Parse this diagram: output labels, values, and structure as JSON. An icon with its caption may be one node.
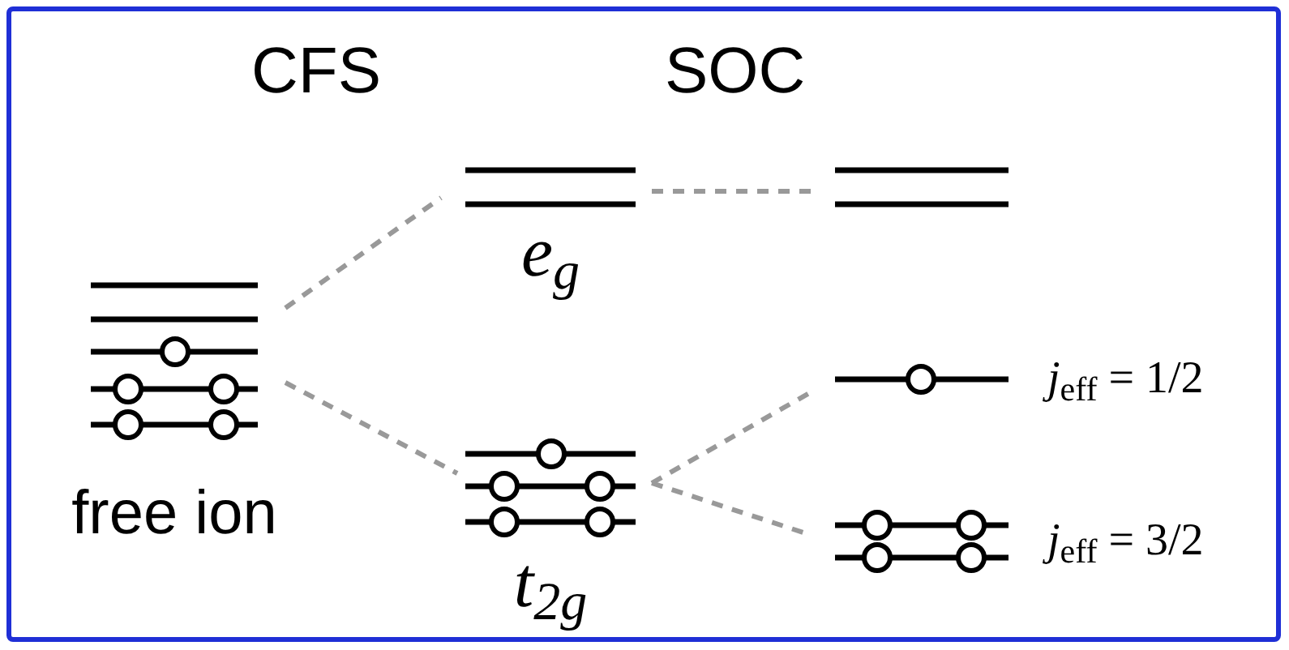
{
  "diagram": {
    "nodes": [
      {
        "text": [
          "free ion"
        ]
      },
      {
        "text": [
          "e$_{g}$"
        ]
      },
      {
        "text": [
          "t$_{2g}$"
        ]
      },
      {
        "text": [],
        "shape": "bar"
      },
      {
        "text": [
          "*j*$_{eff}$ = 1/2"
        ]
      },
      {
        "text": [
          "*j*$_{eff}$ = 3/2"
        ]
      }
    ],
    "edges": [
      {
        "from": 0,
        "to": 1,
        "arrow": "none",
        "style": "dashed",
        "color": "#999999"
      },
      {
        "from": 0,
        "to": 2,
        "arrow": "none",
        "style": "dashed",
        "color": "#999999"
      },
      {
        "from": 1,
        "to": 3,
        "arrow": "none",
        "style": "dashed",
        "color": "#999999"
      },
      {
        "from": 2,
        "to": 4,
        "arrow": "none",
        "style": "dashed",
        "color": "#999999"
      },
      {
        "from": 2,
        "to": 5,
        "arrow": "none",
        "style": "dashed",
        "color": "#999999"
      }
    ],
    "labels": [
      "CFS",
      "SOC"
    ]
  }
}
